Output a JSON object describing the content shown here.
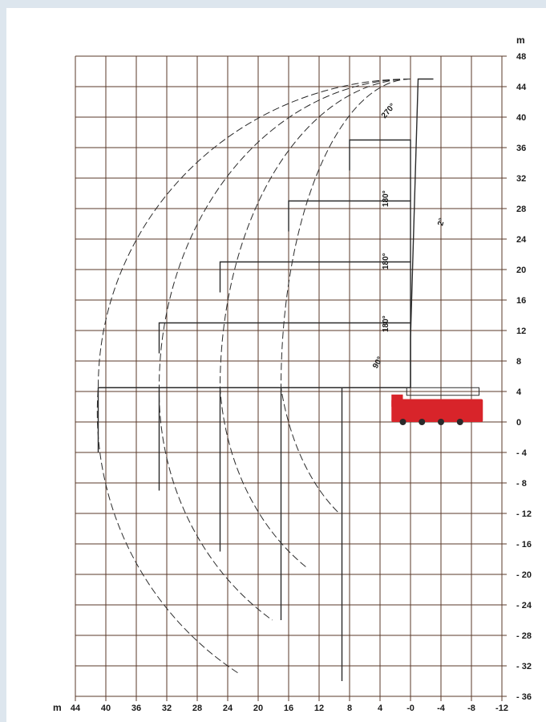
{
  "diagram": {
    "unit_x": "m",
    "unit_y": "m",
    "x_ticks": [
      "44",
      "40",
      "36",
      "32",
      "28",
      "24",
      "20",
      "16",
      "12",
      "8",
      "4",
      "-0",
      "-4",
      "-8",
      "-12"
    ],
    "y_ticks": [
      "48",
      "44",
      "40",
      "36",
      "32",
      "28",
      "24",
      "20",
      "16",
      "12",
      "8",
      "4",
      "0",
      "- 4",
      "- 8",
      "- 12",
      "- 16",
      "- 20",
      "- 24",
      "- 28",
      "- 32",
      "- 36"
    ],
    "angle_labels": [
      "270°",
      "180°",
      "180°",
      "180°",
      "90°",
      "2°"
    ],
    "colors": {
      "grid": "#5a3a2a",
      "boom": "#2a2a2a",
      "truck": "#d8242a",
      "background": "#ffffff",
      "outer": "#dde6ee"
    }
  }
}
